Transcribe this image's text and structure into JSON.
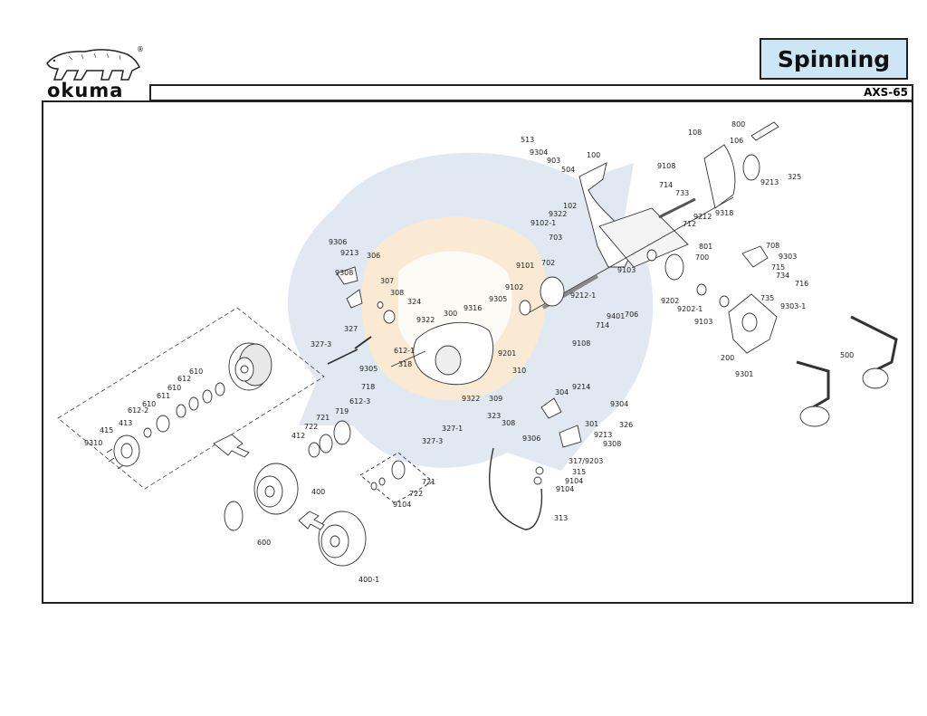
{
  "header": {
    "brand": "okuma",
    "registered": "®",
    "category": "Spinning",
    "model": "AXS-65"
  },
  "icons": {
    "logo": "bear-logo-icon",
    "watermark": "fish-watermark-icon"
  },
  "colors": {
    "title_box_bg": "#cde6f5",
    "watermark_blue": "#c8d6e6",
    "watermark_orange": "#f6d9b0"
  },
  "parts": [
    {
      "id": "p800",
      "label": "800"
    },
    {
      "id": "p108",
      "label": "108"
    },
    {
      "id": "p106",
      "label": "106"
    },
    {
      "id": "p325",
      "label": "325"
    },
    {
      "id": "p9213a",
      "label": "9213"
    },
    {
      "id": "p513",
      "label": "513"
    },
    {
      "id": "p9304a",
      "label": "9304"
    },
    {
      "id": "p903",
      "label": "903"
    },
    {
      "id": "p504",
      "label": "504"
    },
    {
      "id": "p100",
      "label": "100"
    },
    {
      "id": "p9108a",
      "label": "9108"
    },
    {
      "id": "p714a",
      "label": "714"
    },
    {
      "id": "p733",
      "label": "733"
    },
    {
      "id": "p9212a",
      "label": "9212"
    },
    {
      "id": "p9318",
      "label": "9318"
    },
    {
      "id": "p712",
      "label": "712"
    },
    {
      "id": "p102",
      "label": "102"
    },
    {
      "id": "p9322a",
      "label": "9322"
    },
    {
      "id": "p9102a",
      "label": "9102-1"
    },
    {
      "id": "p703",
      "label": "703"
    },
    {
      "id": "p801",
      "label": "801"
    },
    {
      "id": "p708",
      "label": "708"
    },
    {
      "id": "p9303a",
      "label": "9303"
    },
    {
      "id": "p715",
      "label": "715"
    },
    {
      "id": "p734",
      "label": "734"
    },
    {
      "id": "p716",
      "label": "716"
    },
    {
      "id": "p735",
      "label": "735"
    },
    {
      "id": "p9303b",
      "label": "9303-1"
    },
    {
      "id": "p9306a",
      "label": "9306"
    },
    {
      "id": "p9213b",
      "label": "9213"
    },
    {
      "id": "p306",
      "label": "306"
    },
    {
      "id": "p9308a",
      "label": "9308"
    },
    {
      "id": "p307",
      "label": "307"
    },
    {
      "id": "p308a",
      "label": "308"
    },
    {
      "id": "p324",
      "label": "324"
    },
    {
      "id": "p9101",
      "label": "9101"
    },
    {
      "id": "p702",
      "label": "702"
    },
    {
      "id": "p9103a",
      "label": "9103"
    },
    {
      "id": "p700",
      "label": "700"
    },
    {
      "id": "p9102b",
      "label": "9102"
    },
    {
      "id": "p9305a",
      "label": "9305"
    },
    {
      "id": "p9316",
      "label": "9316"
    },
    {
      "id": "p9212b",
      "label": "9212-1"
    },
    {
      "id": "p9401",
      "label": "9401"
    },
    {
      "id": "p706",
      "label": "706"
    },
    {
      "id": "p9202a",
      "label": "9202"
    },
    {
      "id": "p9202b",
      "label": "9202-1"
    },
    {
      "id": "p9103b",
      "label": "9103"
    },
    {
      "id": "p9322b",
      "label": "9322"
    },
    {
      "id": "p300",
      "label": "300"
    },
    {
      "id": "p714b",
      "label": "714"
    },
    {
      "id": "p9108b",
      "label": "9108"
    },
    {
      "id": "p327",
      "label": "327"
    },
    {
      "id": "p327_3a",
      "label": "327-3"
    },
    {
      "id": "p612_1",
      "label": "612-1"
    },
    {
      "id": "p318",
      "label": "318"
    },
    {
      "id": "p9201",
      "label": "9201"
    },
    {
      "id": "p310",
      "label": "310"
    },
    {
      "id": "p200",
      "label": "200"
    },
    {
      "id": "p9301",
      "label": "9301"
    },
    {
      "id": "p500",
      "label": "500"
    },
    {
      "id": "p9305b",
      "label": "9305"
    },
    {
      "id": "p718",
      "label": "718"
    },
    {
      "id": "p610a",
      "label": "610"
    },
    {
      "id": "p612a",
      "label": "612"
    },
    {
      "id": "p610b",
      "label": "610"
    },
    {
      "id": "p611",
      "label": "611"
    },
    {
      "id": "p612_2",
      "label": "612-2"
    },
    {
      "id": "p610c",
      "label": "610"
    },
    {
      "id": "p413",
      "label": "413"
    },
    {
      "id": "p415",
      "label": "415"
    },
    {
      "id": "p9310",
      "label": "9310"
    },
    {
      "id": "p612_3",
      "label": "612-3"
    },
    {
      "id": "p719",
      "label": "719"
    },
    {
      "id": "p721a",
      "label": "721"
    },
    {
      "id": "p722a",
      "label": "722"
    },
    {
      "id": "p412",
      "label": "412"
    },
    {
      "id": "p9322c",
      "label": "9322"
    },
    {
      "id": "p309",
      "label": "309"
    },
    {
      "id": "p304",
      "label": "304"
    },
    {
      "id": "p9214",
      "label": "9214"
    },
    {
      "id": "p9304b",
      "label": "9304"
    },
    {
      "id": "p323",
      "label": "323"
    },
    {
      "id": "p308b",
      "label": "308"
    },
    {
      "id": "p326",
      "label": "326"
    },
    {
      "id": "p327_1",
      "label": "327-1"
    },
    {
      "id": "p327_3b",
      "label": "327-3"
    },
    {
      "id": "p301",
      "label": "301"
    },
    {
      "id": "p9306b",
      "label": "9306"
    },
    {
      "id": "p9213c",
      "label": "9213"
    },
    {
      "id": "p9308b",
      "label": "9308"
    },
    {
      "id": "p317",
      "label": "317/9203"
    },
    {
      "id": "p315",
      "label": "315"
    },
    {
      "id": "p9104a",
      "label": "9104"
    },
    {
      "id": "p9104b",
      "label": "9104"
    },
    {
      "id": "p313",
      "label": "313"
    },
    {
      "id": "p721b",
      "label": "721"
    },
    {
      "id": "p722b",
      "label": "722"
    },
    {
      "id": "p9104c",
      "label": "9104"
    },
    {
      "id": "p400",
      "label": "400"
    },
    {
      "id": "p600",
      "label": "600"
    },
    {
      "id": "p400_1",
      "label": "400-1"
    }
  ]
}
